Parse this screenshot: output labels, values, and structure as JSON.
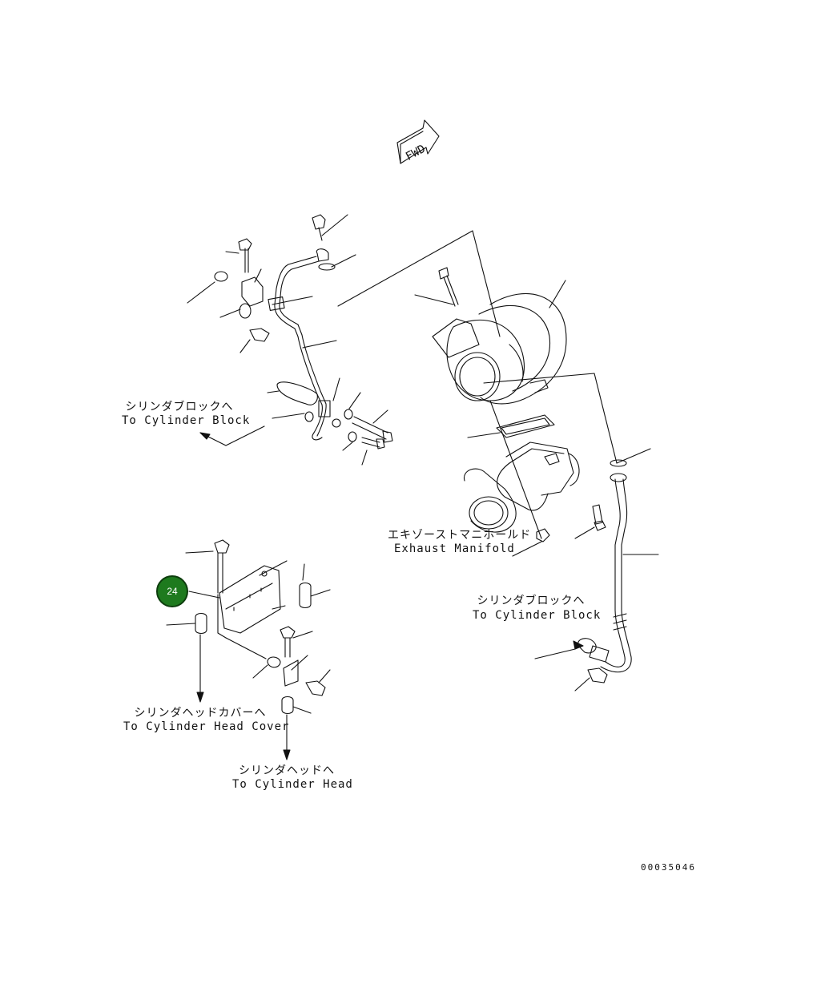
{
  "fwd_label": "FWD",
  "labels": {
    "cyl_block_left_jp": "シリンダブロックへ",
    "cyl_block_left_en": "To Cylinder Block",
    "exhaust_jp": "エキゾーストマニホールド",
    "exhaust_en": "Exhaust Manifold",
    "cyl_block_right_jp": "シリンダブロックへ",
    "cyl_block_right_en": "To Cylinder Block",
    "head_cover_jp": "シリンダヘッドカバーへ",
    "head_cover_en": "To Cylinder Head Cover",
    "head_jp": "シリンダヘッドへ",
    "head_en": "To Cylinder Head"
  },
  "callout": {
    "number": "24",
    "color": "#1e7a1e"
  },
  "doc_number": "00035046"
}
